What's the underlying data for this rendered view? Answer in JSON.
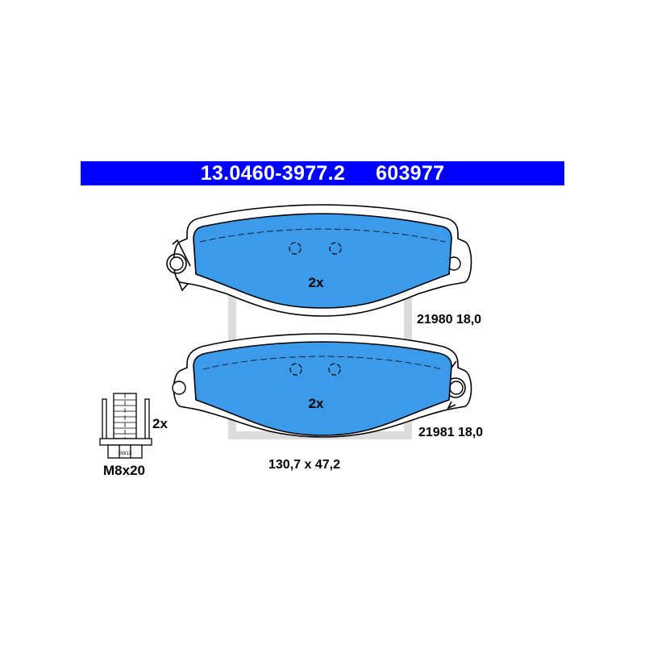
{
  "header": {
    "part_number": "13.0460-3977.2",
    "article_number": "603977"
  },
  "pads": [
    {
      "quantity": "2x",
      "code": "21980 18,0"
    },
    {
      "quantity": "2x",
      "code": "21981 18,0"
    }
  ],
  "dimensions": "130,7 x 47,2",
  "bolt": {
    "quantity": "2x",
    "size": "M8x20",
    "wrench_label": "SW13"
  },
  "colors": {
    "header_bg": "#0000ff",
    "header_text": "#ffffff",
    "friction_material": "#3b9bea",
    "outline": "#000000",
    "watermark": "#d9d9d9"
  }
}
